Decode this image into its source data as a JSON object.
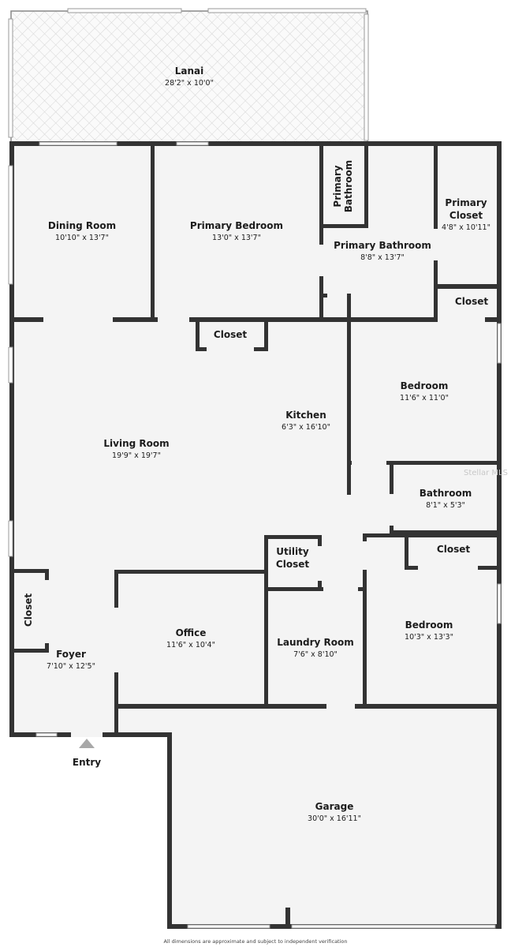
{
  "colors": {
    "wall": "#333333",
    "floor": "#f4f4f4",
    "lanai_grid": "#d6d6d6",
    "entry_marker": "#a8a8a8"
  },
  "rooms": {
    "lanai": {
      "name": "Lanai",
      "dim": "28'2\" x 10'0\""
    },
    "dining": {
      "name": "Dining Room",
      "dim": "10'10\" x 13'7\""
    },
    "primary_bedroom": {
      "name": "Primary Bedroom",
      "dim": "13'0\" x 13'7\""
    },
    "primary_bathroom_small": {
      "name_line1": "Primary",
      "name_line2": "Bathroom"
    },
    "primary_bathroom": {
      "name": "Primary Bathroom",
      "dim": "8'8\" x 13'7\""
    },
    "primary_closet": {
      "name_line1": "Primary",
      "name_line2": "Closet",
      "dim": "4'8\" x 10'11\""
    },
    "closet_top_right": {
      "name": "Closet"
    },
    "closet_living": {
      "name": "Closet"
    },
    "bedroom_upper": {
      "name": "Bedroom",
      "dim": "11'6\" x 11'0\""
    },
    "kitchen": {
      "name": "Kitchen",
      "dim": "6'3\" x 16'10\""
    },
    "living": {
      "name": "Living Room",
      "dim": "19'9\" x 19'7\""
    },
    "bathroom": {
      "name": "Bathroom",
      "dim": "8'1\" x 5'3\""
    },
    "closet_bedroom_lower": {
      "name": "Closet"
    },
    "utility_closet": {
      "name_line1": "Utility",
      "name_line2": "Closet"
    },
    "closet_foyer": {
      "name": "Closet"
    },
    "foyer": {
      "name": "Foyer",
      "dim": "7'10\" x 12'5\""
    },
    "office": {
      "name": "Office",
      "dim": "11'6\" x 10'4\""
    },
    "laundry": {
      "name": "Laundry Room",
      "dim": "7'6\" x 8'10\""
    },
    "bedroom_lower": {
      "name": "Bedroom",
      "dim": "10'3\" x 13'3\""
    },
    "garage": {
      "name": "Garage",
      "dim": "30'0\" x 16'11\""
    }
  },
  "entry_label": "Entry",
  "footnote": "All dimensions are approximate and subject to independent verification",
  "watermark": "Stellar MLS"
}
